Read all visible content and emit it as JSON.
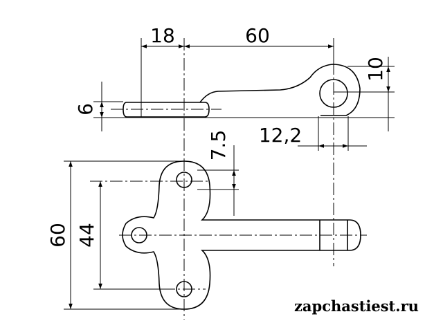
{
  "drawing": {
    "dimensions": {
      "top_offset": "18",
      "top_length": "60",
      "eye_height": "10",
      "plate_thickness": "6",
      "eye_offset": "12,2",
      "upper_hole": "7.5",
      "overall_height": "60",
      "hole_spacing": "44"
    },
    "watermark": "zapchastiest.ru"
  }
}
